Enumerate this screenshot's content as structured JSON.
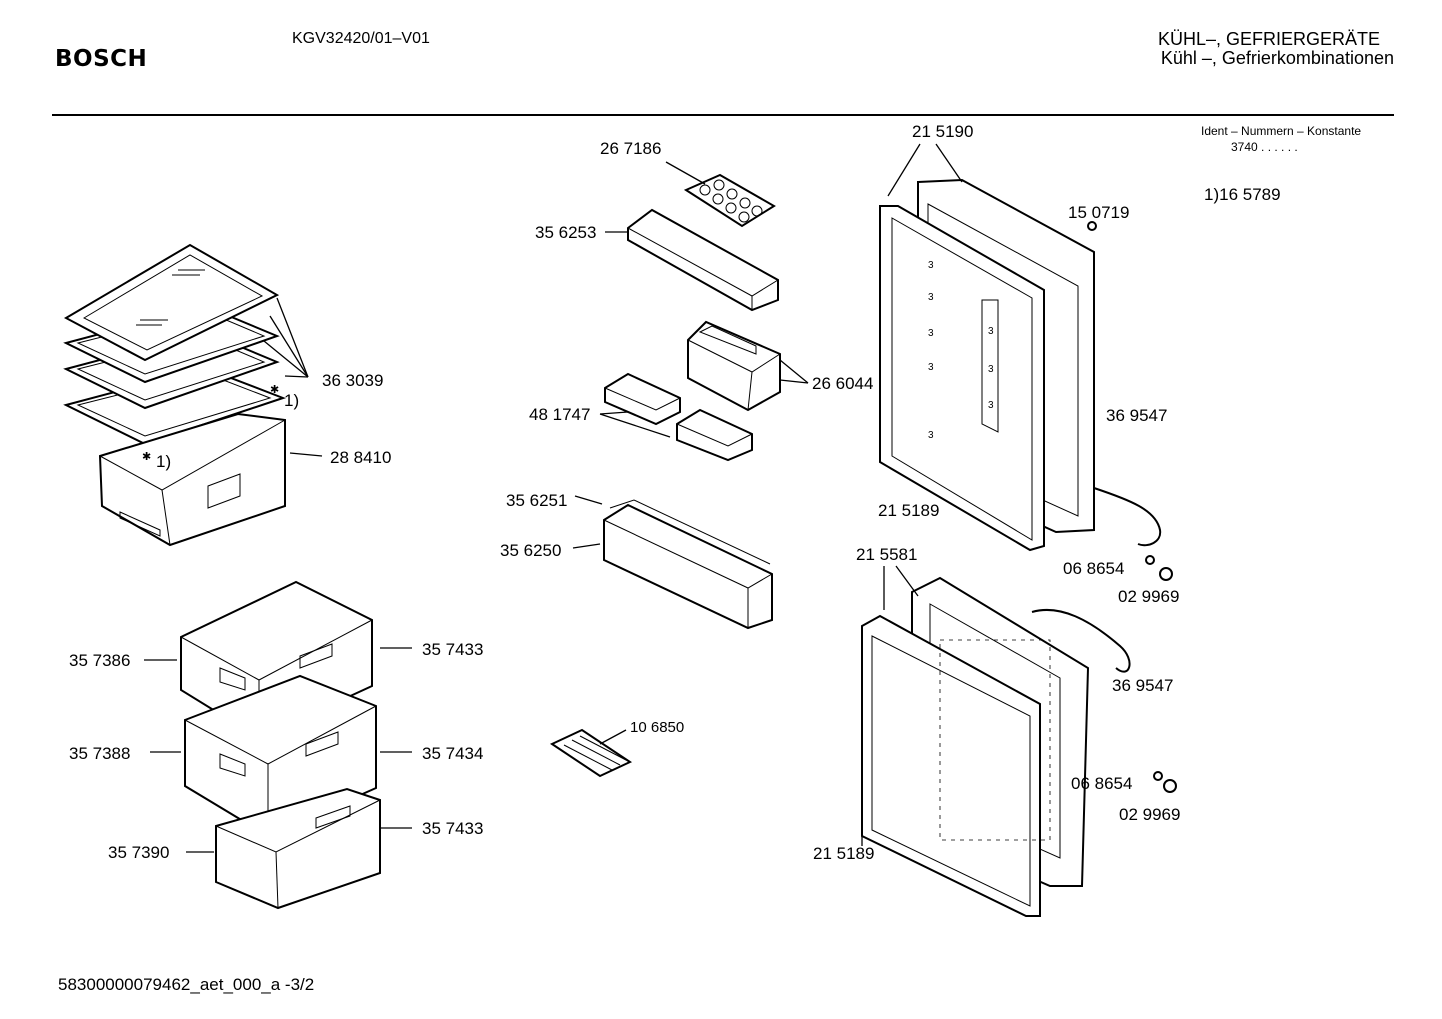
{
  "header": {
    "brand": "BOSCH",
    "model": "KGV32420/01–V01",
    "category_line1": "KÜHL–, GEFRIERGERÄTE",
    "category_line2": "Kühl –, Gefrierkombinationen"
  },
  "ident": {
    "title": "Ident – Nummern – Konstante",
    "value": "3740  .  .     .  .  .  ."
  },
  "footnote": "1)16 5789",
  "footer": "58300000079462_aet_000_a  -3/2",
  "part_labels": {
    "p363039": "36 3039",
    "fn1a": "1)",
    "fn1b": "1)",
    "p288410": "28 8410",
    "p357386": "35 7386",
    "p357433a": "35 7433",
    "p357388": "35 7388",
    "p357434": "35 7434",
    "p357390": "35 7390",
    "p357433b": "35 7433",
    "p267186": "26 7186",
    "p356253": "35 6253",
    "p266044": "26 6044",
    "p481747": "48 1747",
    "p356251": "35 6251",
    "p356250": "35 6250",
    "p106850": "10  6850",
    "p215190": "21 5190",
    "p150719": "15 0719",
    "p369547a": "36 9547",
    "p215189a": "21 5189",
    "p068654a": "06 8654",
    "p029969a": "02 9969",
    "p215581": "21 5581",
    "p369547b": "36 9547",
    "p068654b": "06 8654",
    "p029969b": "02 9969",
    "p215189b": "21 5189"
  }
}
